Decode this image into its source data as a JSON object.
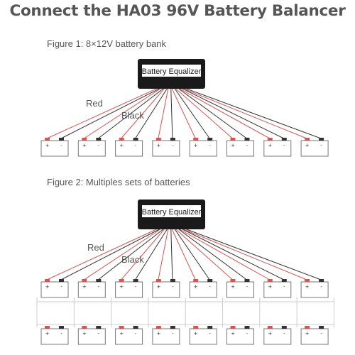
{
  "title": "Connect the HA03 96V Battery Balancer",
  "figures": [
    {
      "caption": "Figure 1: 8×12V battery bank",
      "equalizer_label": "Battery Equalizer",
      "red_label": "Red",
      "black_label": "Black",
      "battery_count": 8,
      "rows": 1
    },
    {
      "caption": "Figure 2: Multiples sets of batteries",
      "equalizer_label": "Battery Equalizer",
      "red_label": "Red",
      "black_label": "Black",
      "battery_count": 8,
      "rows": 2
    }
  ],
  "terminals": {
    "positive": "+",
    "negative": "-"
  },
  "colors": {
    "red_wire": "#d9534f",
    "black_wire": "#333333",
    "equalizer_body": "#1a1a1a",
    "battery_outline": "#777777",
    "parallel_line": "#cccccc"
  }
}
